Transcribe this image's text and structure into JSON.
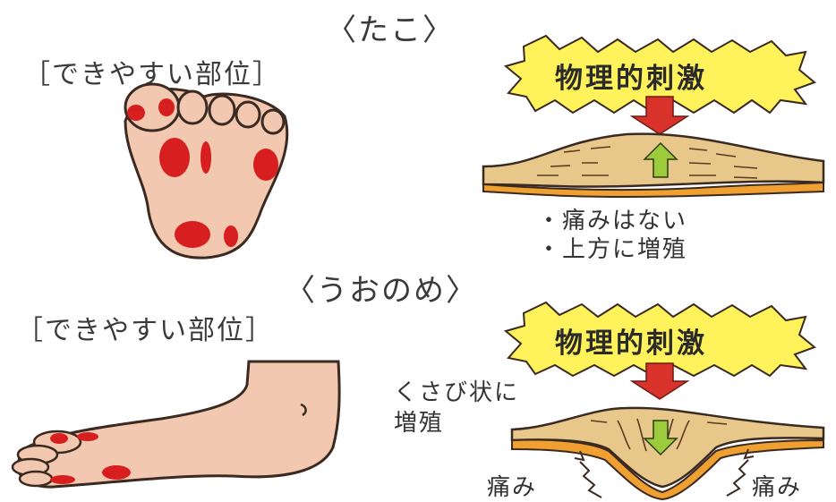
{
  "callus": {
    "title": "〈たこ〉",
    "site_label": "［できやすい部位］",
    "stimulus": "物理的刺激",
    "notes": [
      "・痛みはない",
      "・上方に増殖"
    ]
  },
  "corn": {
    "title": "〈うおのめ〉",
    "site_label": "［できやすい部位］",
    "stimulus": "物理的刺激",
    "wedge_note_line1": "くさび状に",
    "wedge_note_line2": "増殖",
    "pain_left": "痛み",
    "pain_right": "痛み"
  },
  "colors": {
    "skin": "#f2c8b0",
    "skin_outline": "#3a2a22",
    "spot_red": "#d81f1f",
    "burst_yellow": "#fff25a",
    "arrow_red": "#d8322a",
    "arrow_green": "#9ccc3c",
    "tissue_tan": "#e7c78a",
    "tissue_orange": "#f0a030"
  }
}
